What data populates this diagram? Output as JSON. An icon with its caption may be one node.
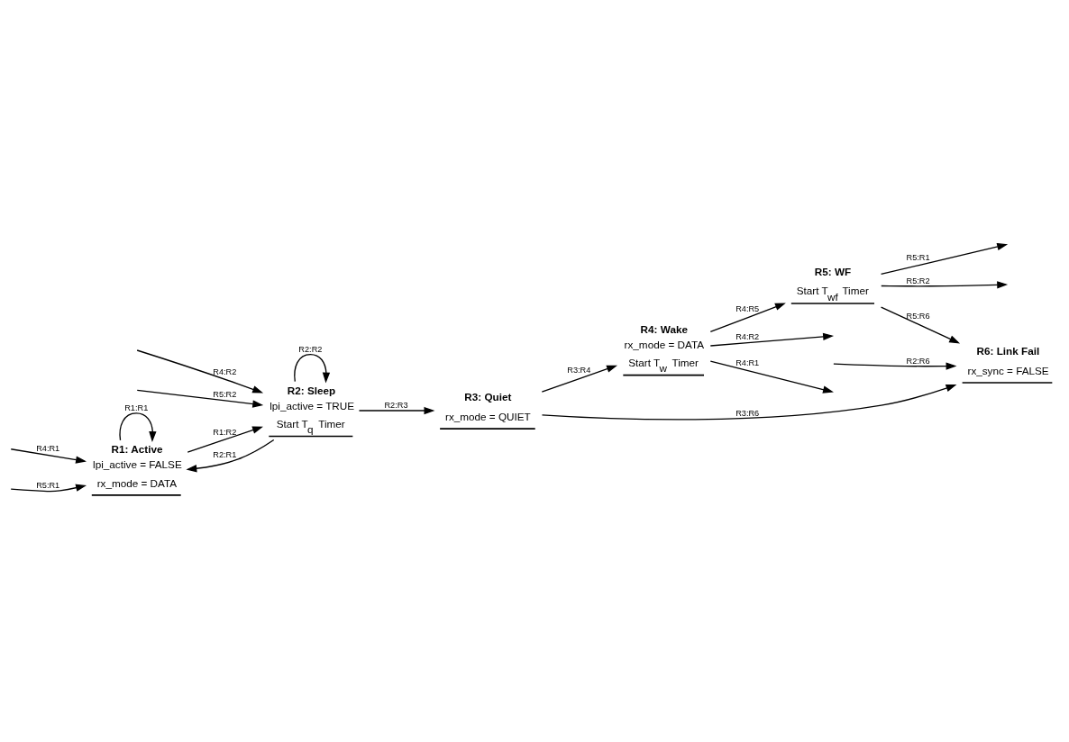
{
  "diagram": {
    "nodes": [
      {
        "text": [
          "R1: Active",
          "lpi_active = FALSE",
          "rx_mode = DATA"
        ]
      },
      {
        "text": [
          "R2: Sleep",
          "lpi_active = TRUE",
          "Start T$_{q}$ Timer"
        ]
      },
      {
        "text": [
          "R3: Quiet",
          "rx_mode = QUIET"
        ]
      },
      {
        "text": [
          "R4: Wake",
          "rx_mode = DATA",
          "Start T$_{w}$ Timer"
        ]
      },
      {
        "text": [
          "R5: WF",
          "Start T$_{wf}$ Timer"
        ]
      },
      {
        "text": [
          "R6: Link Fail",
          "rx_sync = FALSE"
        ]
      }
    ],
    "edges": [
      {
        "from": 0,
        "to": 1,
        "arrow": "to",
        "label": "R1:R2"
      },
      {
        "from": 0,
        "to": 0,
        "arrow": "to",
        "label": "R1:R1"
      },
      {
        "from": 1,
        "to": 2,
        "arrow": "to",
        "label": "R2:R3"
      },
      {
        "from": 1,
        "to": 1,
        "arrow": "to",
        "label": "R2:R2"
      },
      {
        "from": 1,
        "to": 0,
        "arrow": "to",
        "label": "R2:R1"
      },
      {
        "from": 2,
        "to": 3,
        "arrow": "to",
        "label": "R3:R4"
      },
      {
        "from": 3,
        "to": 4,
        "arrow": "to",
        "label": "R4:R5"
      },
      {
        "from": 4,
        "to": null,
        "arrow": "to",
        "label": "R5:R1"
      },
      {
        "from": 4,
        "to": null,
        "arrow": "to",
        "label": "R5:R2"
      },
      {
        "from": 3,
        "to": null,
        "arrow": "to",
        "label": "R4:R1"
      },
      {
        "from": 3,
        "to": null,
        "arrow": "to",
        "label": "R4:R2"
      },
      {
        "from": null,
        "to": 0,
        "arrow": "to",
        "label": "R4:R1"
      },
      {
        "from": null,
        "to": 0,
        "arrow": "to",
        "label": "R5:R1"
      },
      {
        "from": null,
        "to": 1,
        "arrow": "to",
        "label": "R4:R2"
      },
      {
        "from": null,
        "to": 1,
        "arrow": "to",
        "label": "R5:R2"
      },
      {
        "from": 4,
        "to": 5,
        "arrow": "to",
        "label": "R5:R6"
      },
      {
        "from": 2,
        "to": 5,
        "arrow": "to",
        "label": "R3:R6"
      },
      {
        "from": null,
        "to": 5,
        "arrow": "to",
        "label": "R2:R6"
      }
    ]
  }
}
